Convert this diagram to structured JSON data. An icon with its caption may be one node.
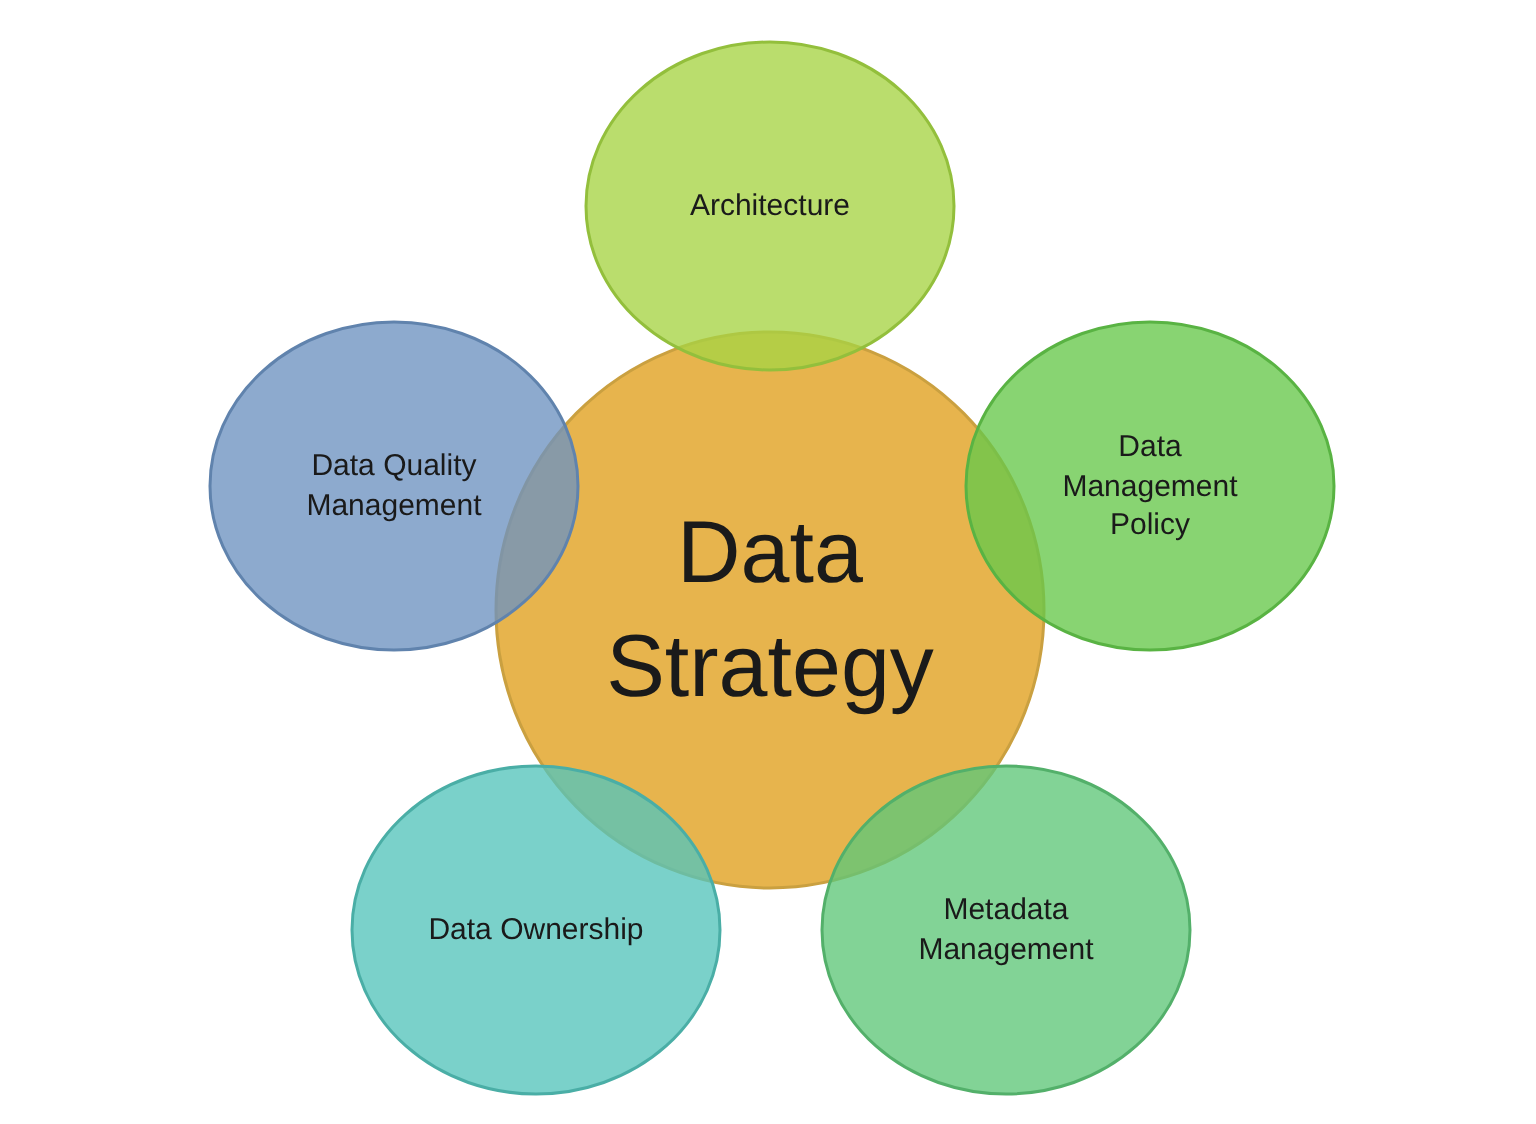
{
  "diagram": {
    "nodes": [
      {
        "text": [
          "Data Strategy"
        ]
      },
      {
        "text": [
          "Architecture"
        ]
      },
      {
        "text": [
          "Data Management Policy"
        ]
      },
      {
        "text": [
          "Metadata Management"
        ]
      },
      {
        "text": [
          "Data Ownership"
        ]
      },
      {
        "text": [
          "Data Quality Management"
        ]
      }
    ]
  }
}
